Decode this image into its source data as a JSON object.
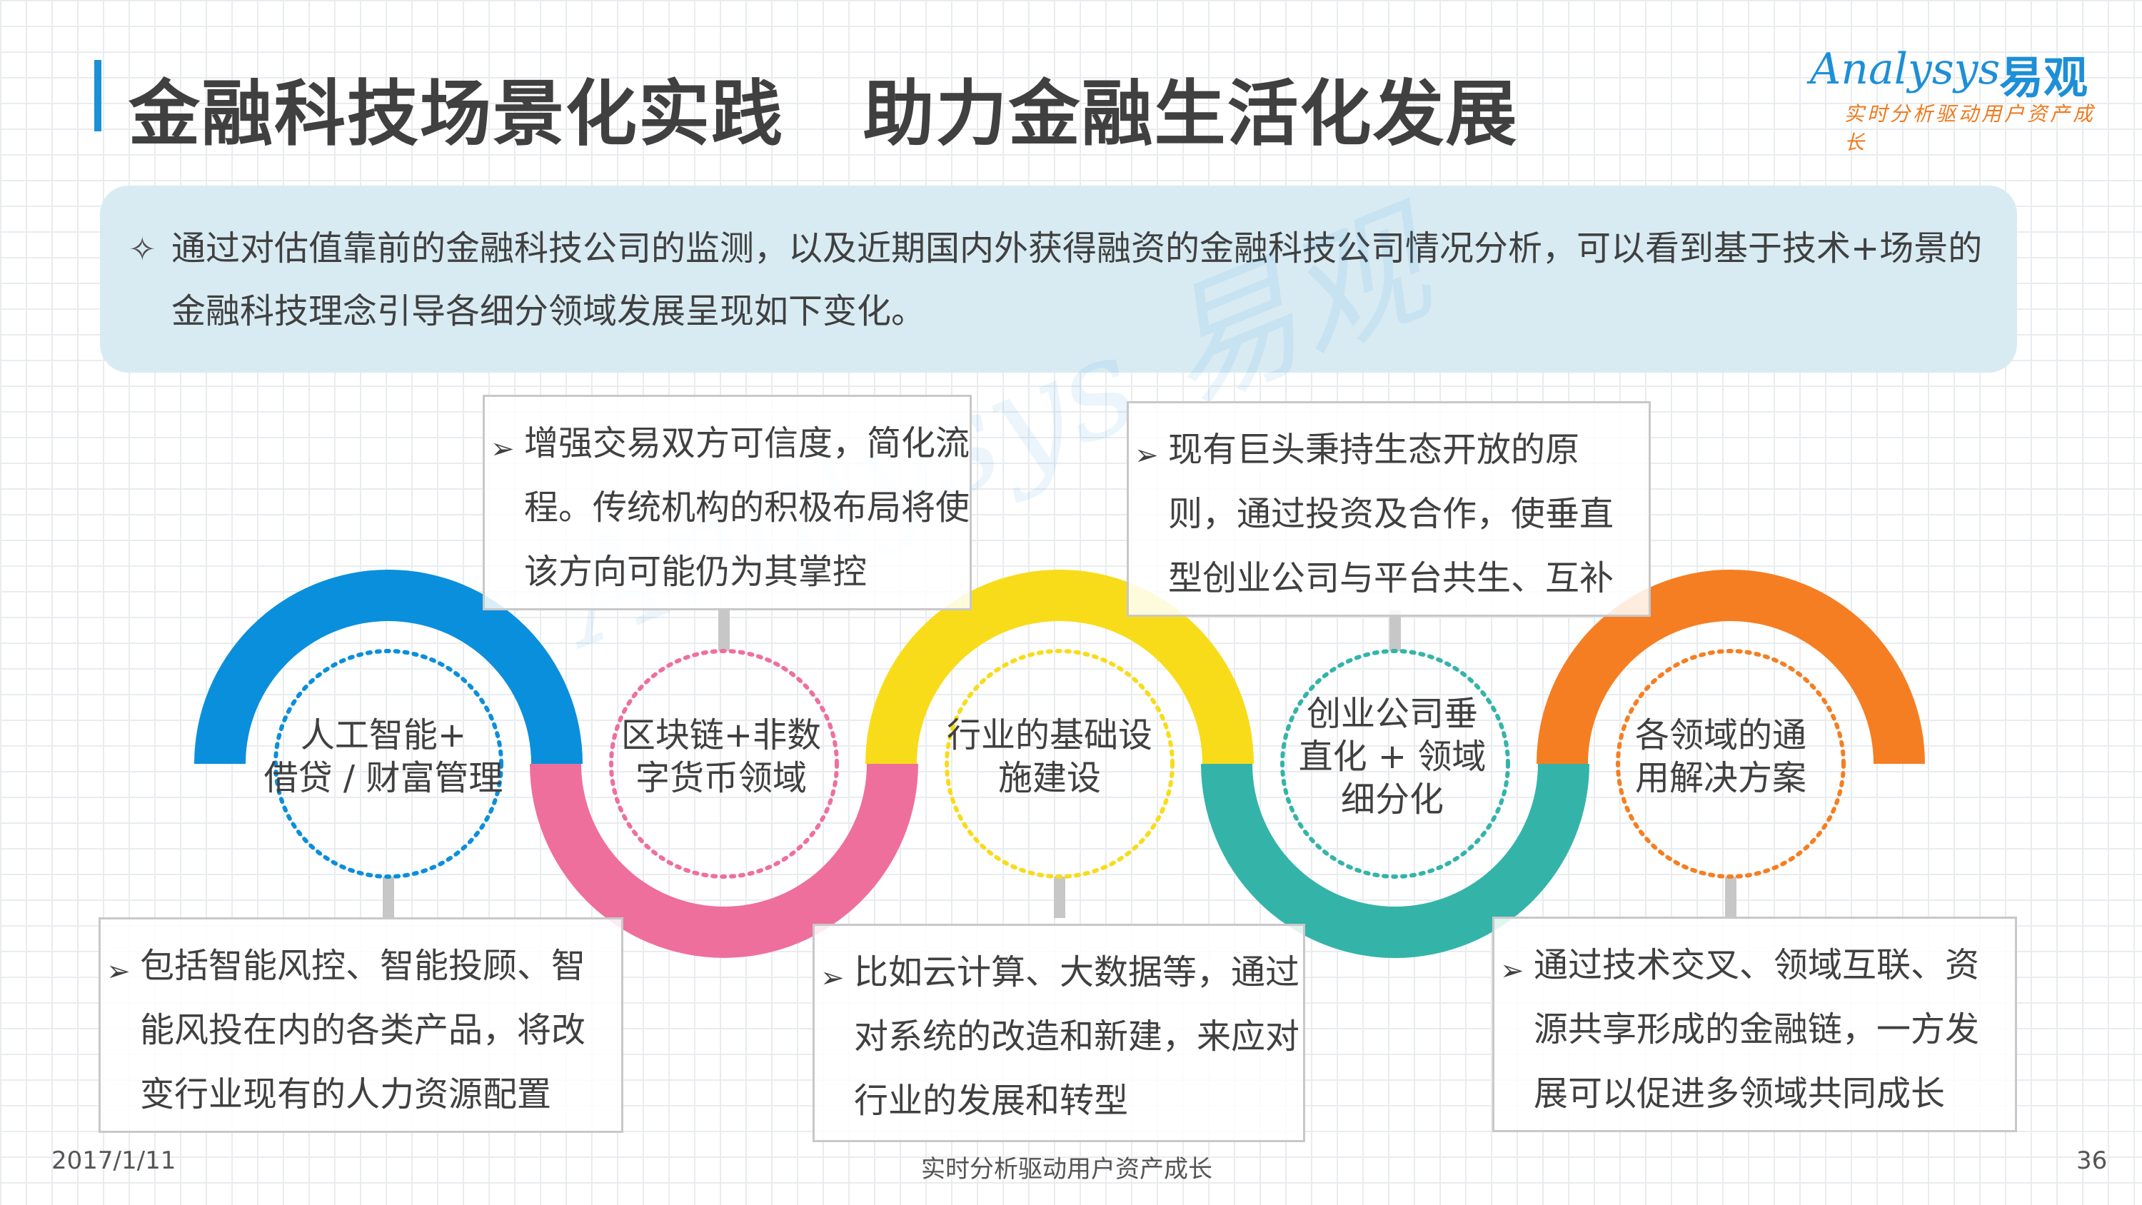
{
  "header": {
    "title": "金融科技场景化实践   助力金融生活化发展",
    "logo_word": "Analysys",
    "logo_cn": "易观",
    "logo_tagline": "实时分析驱动用户资产成长"
  },
  "intro": {
    "icon": "diamond-bullet-icon",
    "text": "通过对估值靠前的金融科技公司的监测，以及近期国内外获得融资的金融科技公司情况分析，可以看到基于技术+场景的金融科技理念引导各细分领域发展呈现如下变化。"
  },
  "colors": {
    "blue": "#0a8fdc",
    "pink": "#ef6f9c",
    "yellow": "#f8dc1a",
    "teal": "#34b4a9",
    "orange": "#f57e22"
  },
  "nodes": [
    {
      "label": "人工智能+\n借贷 / 财富管理",
      "color": "blue",
      "callout": {
        "text": "包括智能风控、智能投顾、智能风投在内的各类产品，将改变行业现有的人力资源配置"
      }
    },
    {
      "label": "区块链+非数\n字货币领域",
      "color": "pink",
      "callout": {
        "text": "增强交易双方可信度，简化流程。传统机构的积极布局将使该方向可能仍为其掌控"
      }
    },
    {
      "label": "行业的基础设\n施建设",
      "color": "yellow",
      "callout": {
        "text": "比如云计算、大数据等，通过对系统的改造和新建，来应对行业的发展和转型"
      }
    },
    {
      "label": "创业公司垂\n直化 + 领域\n细分化",
      "color": "teal",
      "callout": {
        "text": "现有巨头秉持生态开放的原则，通过投资及合作，使垂直型创业公司与平台共生、互补"
      }
    },
    {
      "label": "各领域的通\n用解决方案",
      "color": "orange",
      "callout": {
        "text": "通过技术交叉、领域互联、资源共享形成的金融链，一方发展可以促进多领域共同成长"
      }
    }
  ],
  "footer": {
    "date": "2017/1/11",
    "center": "实时分析驱动用户资产成长",
    "page": "36"
  }
}
